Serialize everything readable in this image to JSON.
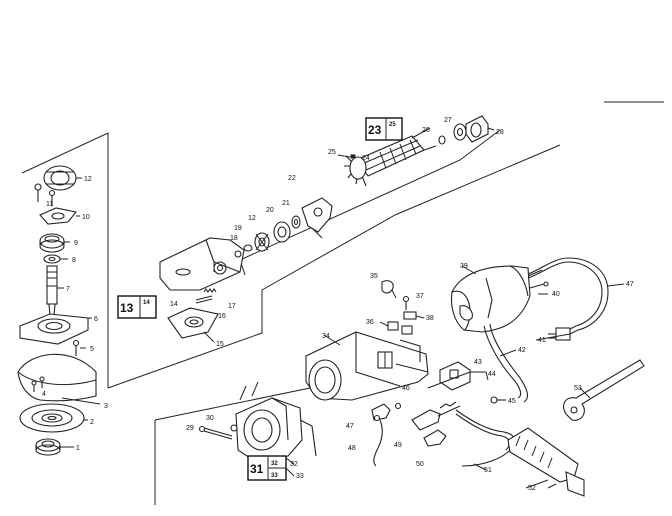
{
  "labels": {
    "l1": "1",
    "l2": "2",
    "l3": "3",
    "l4": "4",
    "l5": "5",
    "l6": "6",
    "l7": "7",
    "l8": "8",
    "l9": "9",
    "l10": "10",
    "l11": "11",
    "l12": "12",
    "l14": "14",
    "l15": "15",
    "l16": "16",
    "l17": "17",
    "l18": "18",
    "l19": "19",
    "l20": "20",
    "l21": "21",
    "l22": "22",
    "l24": "24",
    "l25": "25",
    "l26": "26",
    "l27": "27",
    "l28": "28",
    "l29": "29",
    "l30": "30",
    "l32": "32",
    "l33": "33",
    "l34": "34",
    "l35": "35",
    "l36": "36",
    "l37": "37",
    "l38": "38",
    "l39": "39",
    "l40": "40",
    "l41": "41",
    "l42": "42",
    "l43": "43",
    "l44": "44",
    "l45": "45",
    "l46": "46",
    "l47": "47",
    "l48": "48",
    "l49": "49",
    "l50": "50",
    "l51": "51",
    "l52": "52",
    "l53": "53",
    "l47b": "47"
  },
  "boxes": {
    "box13": {
      "main": "13",
      "sub": "14"
    },
    "box23": {
      "main": "23",
      "sub": "25"
    },
    "box31": {
      "main": "31",
      "sub_top": "32",
      "sub_bottom": "33"
    }
  }
}
